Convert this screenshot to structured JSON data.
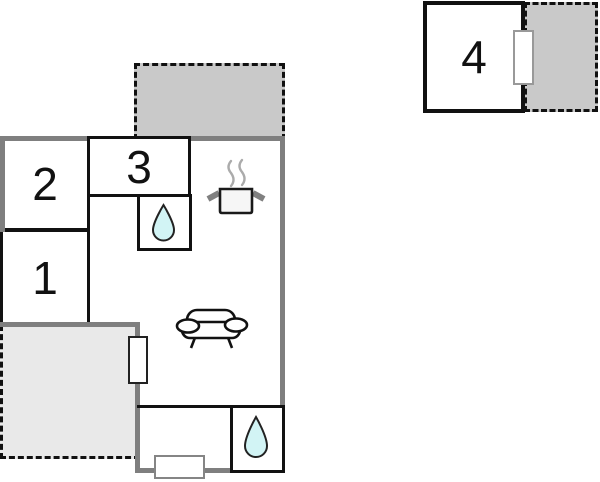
{
  "plan": {
    "rooms": [
      {
        "id": "room-1",
        "label": "1"
      },
      {
        "id": "room-2",
        "label": "2"
      },
      {
        "id": "room-3",
        "label": "3"
      },
      {
        "id": "room-4",
        "label": "4"
      }
    ],
    "icons": {
      "bathroom_upper": "droplet-icon",
      "bathroom_lower": "droplet-icon",
      "kitchen": "cooking-pot-icon",
      "kitchen_steam": "steam-icon",
      "living_room": "sofa-icon"
    },
    "colors": {
      "wall_gray": "#7f7f7f",
      "partition_black": "#111111",
      "terrace_fill_dark": "#c9c9c9",
      "terrace_fill_light": "#e9e9e9",
      "water_drop_fill": "#d2f4f5",
      "background": "#ffffff"
    }
  }
}
